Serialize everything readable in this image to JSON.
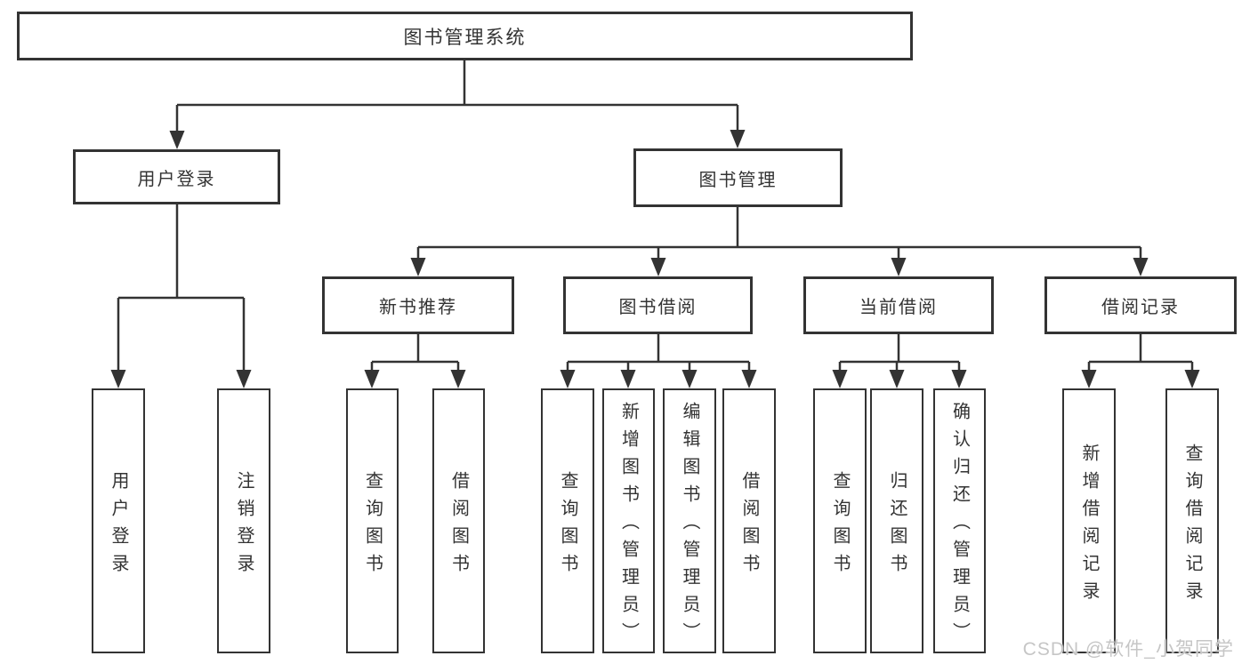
{
  "diagram": {
    "watermark": "CSDN @软件_小贺同学",
    "colors": {
      "line": "#333333",
      "text": "#333333",
      "background": "#ffffff",
      "watermark": "#c6c6c6"
    },
    "tree": {
      "label": "图书管理系统",
      "children": [
        {
          "label": "用户登录",
          "children": [
            {
              "label": "用户登录"
            },
            {
              "label": "注销登录"
            }
          ]
        },
        {
          "label": "图书管理",
          "children": [
            {
              "label": "新书推荐",
              "children": [
                {
                  "label": "查询图书"
                },
                {
                  "label": "借阅图书"
                }
              ]
            },
            {
              "label": "图书借阅",
              "children": [
                {
                  "label": "查询图书"
                },
                {
                  "label": "新增图书（管理员）"
                },
                {
                  "label": "编辑图书（管理员）"
                },
                {
                  "label": "借阅图书"
                }
              ]
            },
            {
              "label": "当前借阅",
              "children": [
                {
                  "label": "查询图书"
                },
                {
                  "label": "归还图书"
                },
                {
                  "label": "确认归还（管理员）"
                }
              ]
            },
            {
              "label": "借阅记录",
              "children": [
                {
                  "label": "新增借阅记录"
                },
                {
                  "label": "查询借阅记录"
                }
              ]
            }
          ]
        }
      ]
    }
  }
}
